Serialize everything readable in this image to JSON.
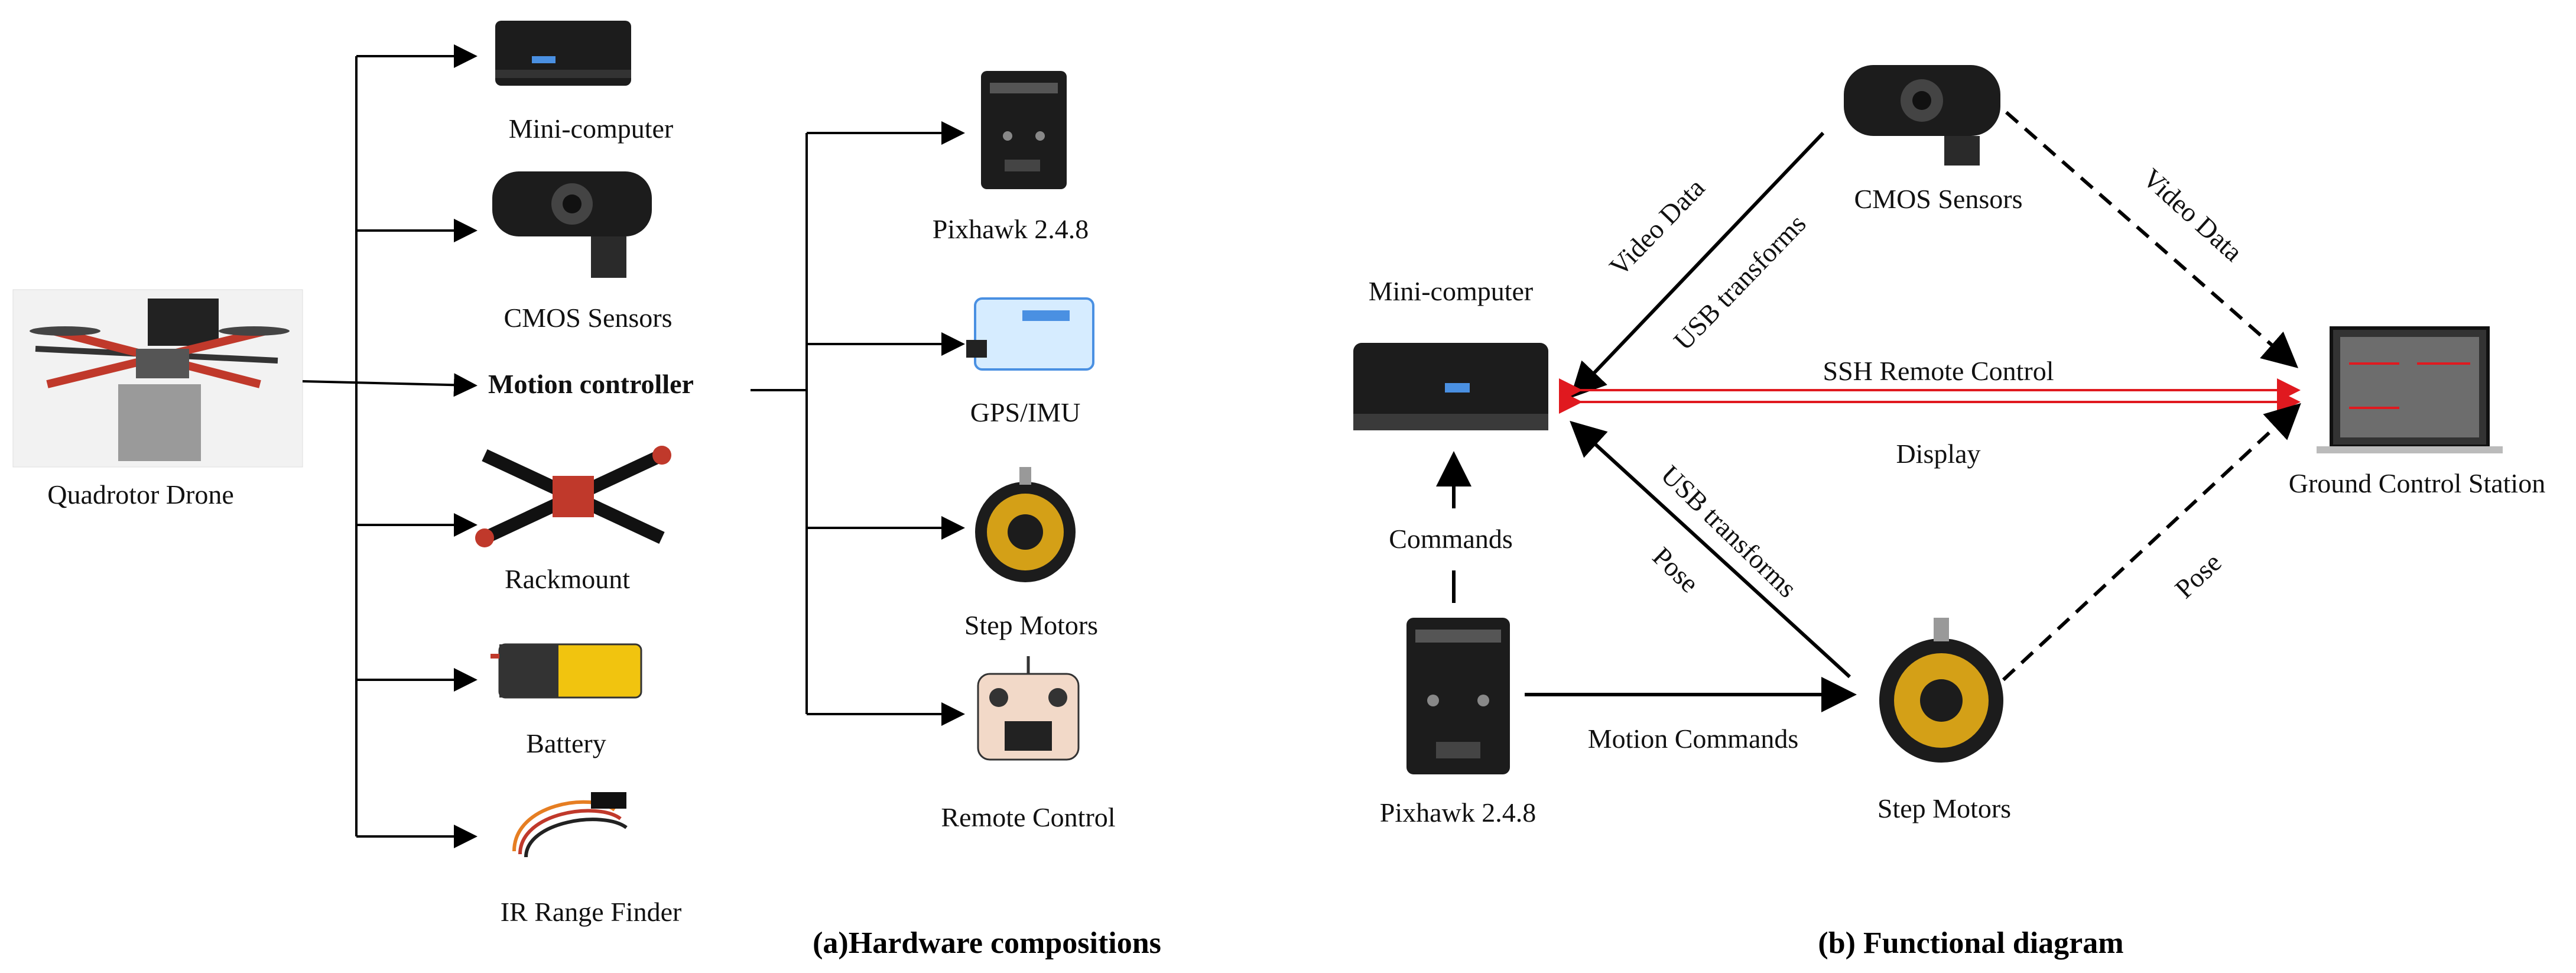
{
  "panel_a": {
    "caption": "(a)Hardware compositions",
    "root": "Quadrotor Drone",
    "branch_items": {
      "mini_computer": "Mini-computer",
      "cmos": "CMOS Sensors",
      "motion_controller": "Motion controller",
      "rackmount": "Rackmount",
      "battery": "Battery",
      "ir": "IR Range Finder"
    },
    "controller_items": {
      "pixhawk": "Pixhawk 2.4.8",
      "gps": "GPS/IMU",
      "motors": "Step Motors",
      "remote": "Remote Control"
    }
  },
  "panel_b": {
    "caption": "(b) Functional diagram",
    "nodes": {
      "mini_computer": "Mini-computer",
      "cmos": "CMOS Sensors",
      "ground": "Ground Control Station",
      "pixhawk": "Pixhawk 2.4.8",
      "motors": "Step Motors"
    },
    "edges": {
      "video_left": "Video Data",
      "usb_top": "USB transforms",
      "video_right": "Video Data",
      "ssh": "SSH Remote Control",
      "display": "Display",
      "usb_bottom": "USB transforms",
      "pose_left": "Pose",
      "pose_right": "Pose",
      "commands": "Commands",
      "motion_commands": "Motion Commands"
    }
  },
  "colors": {
    "arrow": "#000000",
    "ssh_line": "#e0191f"
  }
}
